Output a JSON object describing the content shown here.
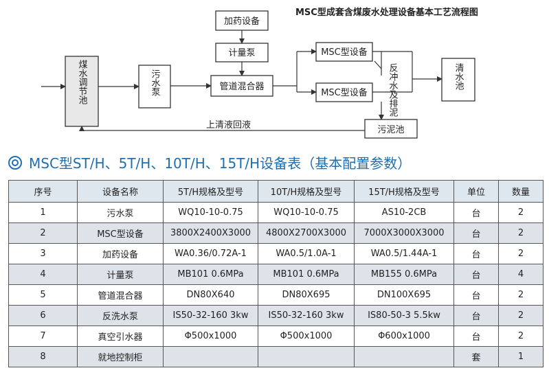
{
  "flowchart": {
    "title": "MSC型成套含煤废水处理设备基本工艺流程图",
    "nodes": {
      "regulating_pool": "煤水调节池",
      "sewage_pump": "污水泵",
      "dosing_device": "加药设备",
      "metering_pump": "计量泵",
      "pipeline_mixer": "管道混合器",
      "msc_device_1": "MSC型设备",
      "msc_device_2": "MSC型设备",
      "backwash_label": "反冲水及排泥",
      "clear_pool": "清水池",
      "sludge_pool": "污泥池",
      "supernatant_label": "上清液回液"
    }
  },
  "section_title": "MSC型ST/H、5T/H、10T/H、15T/H设备表（基本配置参数）",
  "table": {
    "headers": [
      "序号",
      "设备名称",
      "5T/H规格及型号",
      "10T/H规格及型号",
      "15T/H规格及型号",
      "单位",
      "数量"
    ],
    "rows": [
      [
        "1",
        "污水泵",
        "WQ10-10-0.75",
        "WQ10-10-0.75",
        "AS10-2CB",
        "台",
        "2"
      ],
      [
        "2",
        "MSC型设备",
        "3800X2400X3000",
        "4800X2700X3000",
        "7000X3000X3000",
        "台",
        "2"
      ],
      [
        "3",
        "加药设备",
        "WA0.36/0.72A-1",
        "WA0.5/1.0A-1",
        "WA0.5/1.44A-1",
        "台",
        "2"
      ],
      [
        "4",
        "计量泵",
        "MB101  0.6MPa",
        "MB101  0.6MPa",
        "MB155  0.6MPa",
        "台",
        "4"
      ],
      [
        "5",
        "管道混合器",
        "DN80X640",
        "DN80X695",
        "DN100X695",
        "台",
        "2"
      ],
      [
        "6",
        "反洗水泵",
        "IS50-32-160  3kw",
        "IS50-32-160  3kw",
        "IS80-50-3  5.5kw",
        "台",
        "2"
      ],
      [
        "7",
        "真空引水器",
        "Φ500x1000",
        "Φ500x1000",
        "Φ600x1000",
        "台",
        "2"
      ],
      [
        "8",
        "就地控制柜",
        "",
        "",
        "",
        "套",
        "1"
      ]
    ]
  }
}
